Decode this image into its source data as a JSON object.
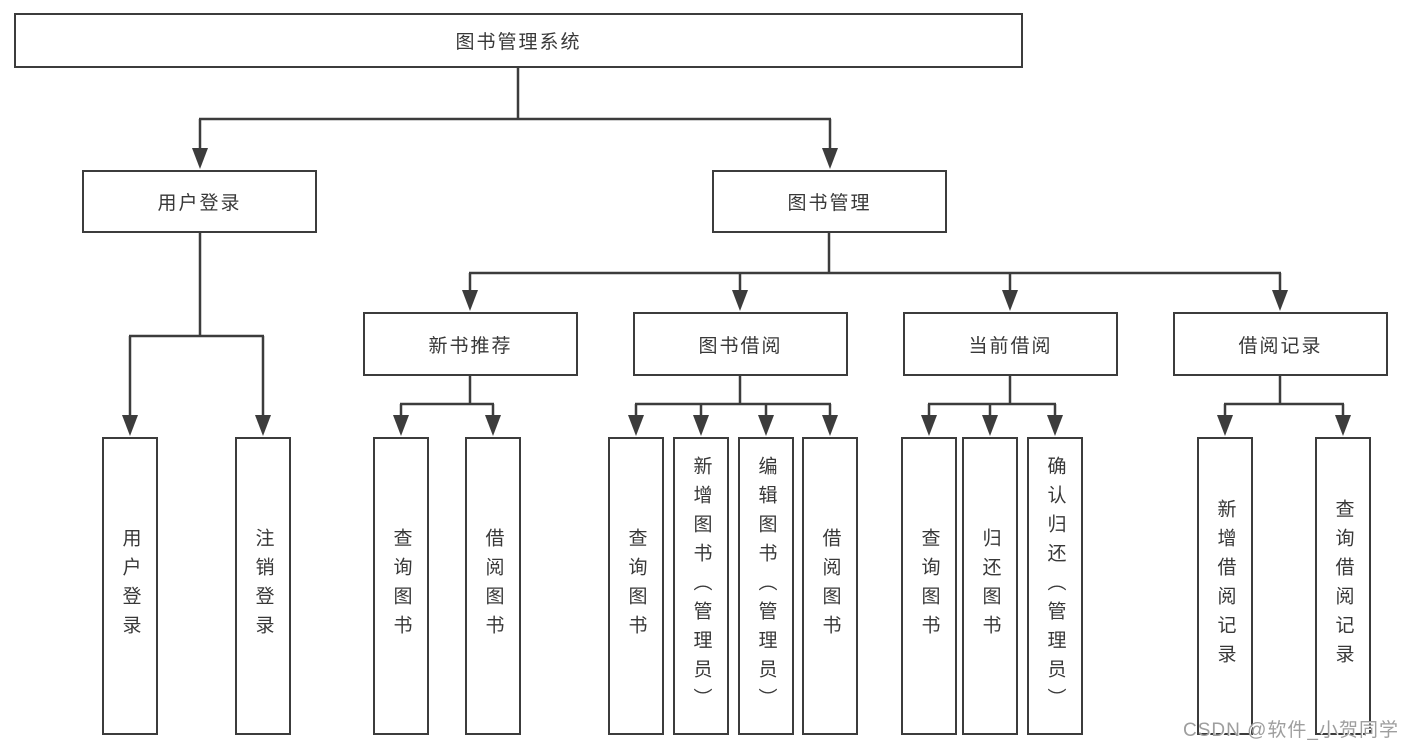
{
  "diagram": {
    "root": {
      "label": "图书管理系统"
    },
    "level2": {
      "user_login": {
        "label": "用户登录"
      },
      "book_management": {
        "label": "图书管理"
      }
    },
    "level3": {
      "new_book_recommend": {
        "label": "新书推荐"
      },
      "book_borrowing": {
        "label": "图书借阅"
      },
      "current_borrowing": {
        "label": "当前借阅"
      },
      "borrowing_records": {
        "label": "借阅记录"
      }
    },
    "level4": {
      "user_login": {
        "label": "用户登录"
      },
      "logout": {
        "label": "注销登录"
      },
      "query_books_recommend": {
        "label": "查询图书"
      },
      "borrow_books_recommend": {
        "label": "借阅图书"
      },
      "query_books_borrowing": {
        "label": "查询图书"
      },
      "add_books_admin": {
        "label": "新增图书（管理员）"
      },
      "edit_books_admin": {
        "label": "编辑图书（管理员）"
      },
      "borrow_books_borrowing": {
        "label": "借阅图书"
      },
      "query_books_current": {
        "label": "查询图书"
      },
      "return_books": {
        "label": "归还图书"
      },
      "confirm_return_admin": {
        "label": "确认归还（管理员）"
      },
      "add_borrow_record": {
        "label": "新增借阅记录"
      },
      "query_borrow_record": {
        "label": "查询借阅记录"
      }
    },
    "watermark": "CSDN @软件_小贺同学",
    "colors": {
      "line": "#3c3c3c",
      "border": "#3c3c3c",
      "text": "#383838",
      "watermark": "#9e9e9e",
      "background": "#ffffff"
    }
  }
}
